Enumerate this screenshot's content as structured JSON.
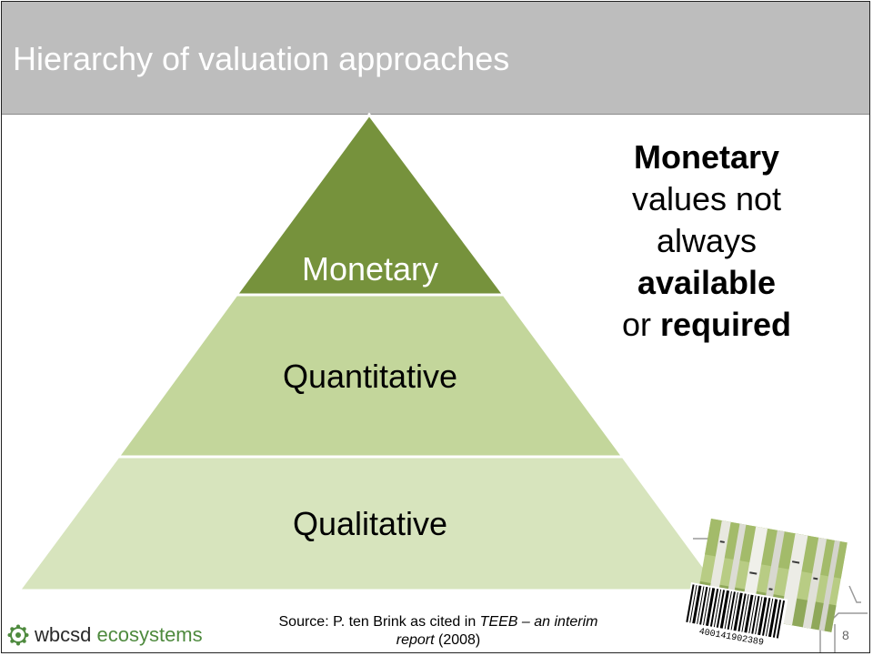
{
  "slide": {
    "title": "Hierarchy of valuation approaches",
    "page_number": "8"
  },
  "pyramid": {
    "tiers": [
      {
        "label": "Monetary",
        "color": "#76923c"
      },
      {
        "label": "Quantitative",
        "color": "#c3d69b"
      },
      {
        "label": "Qualitative",
        "color": "#d7e4bd"
      }
    ]
  },
  "callout": {
    "line1": "Monetary",
    "line2": "values not",
    "line3": "always",
    "line4": "available",
    "line5_prefix": "or",
    "line5_bold": "required"
  },
  "footer": {
    "logo_text_1": "wbcsd",
    "logo_text_2": "ecosystems",
    "source_prefix": "Source: P. ten Brink as cited in",
    "source_title": "TEEB – an interim report",
    "source_year": "(2008)",
    "barcode_digits": "400141902389"
  },
  "colors": {
    "header_bg": "#bdbdbd",
    "title_text": "#ffffff",
    "logo_green": "#4e8a3e"
  }
}
